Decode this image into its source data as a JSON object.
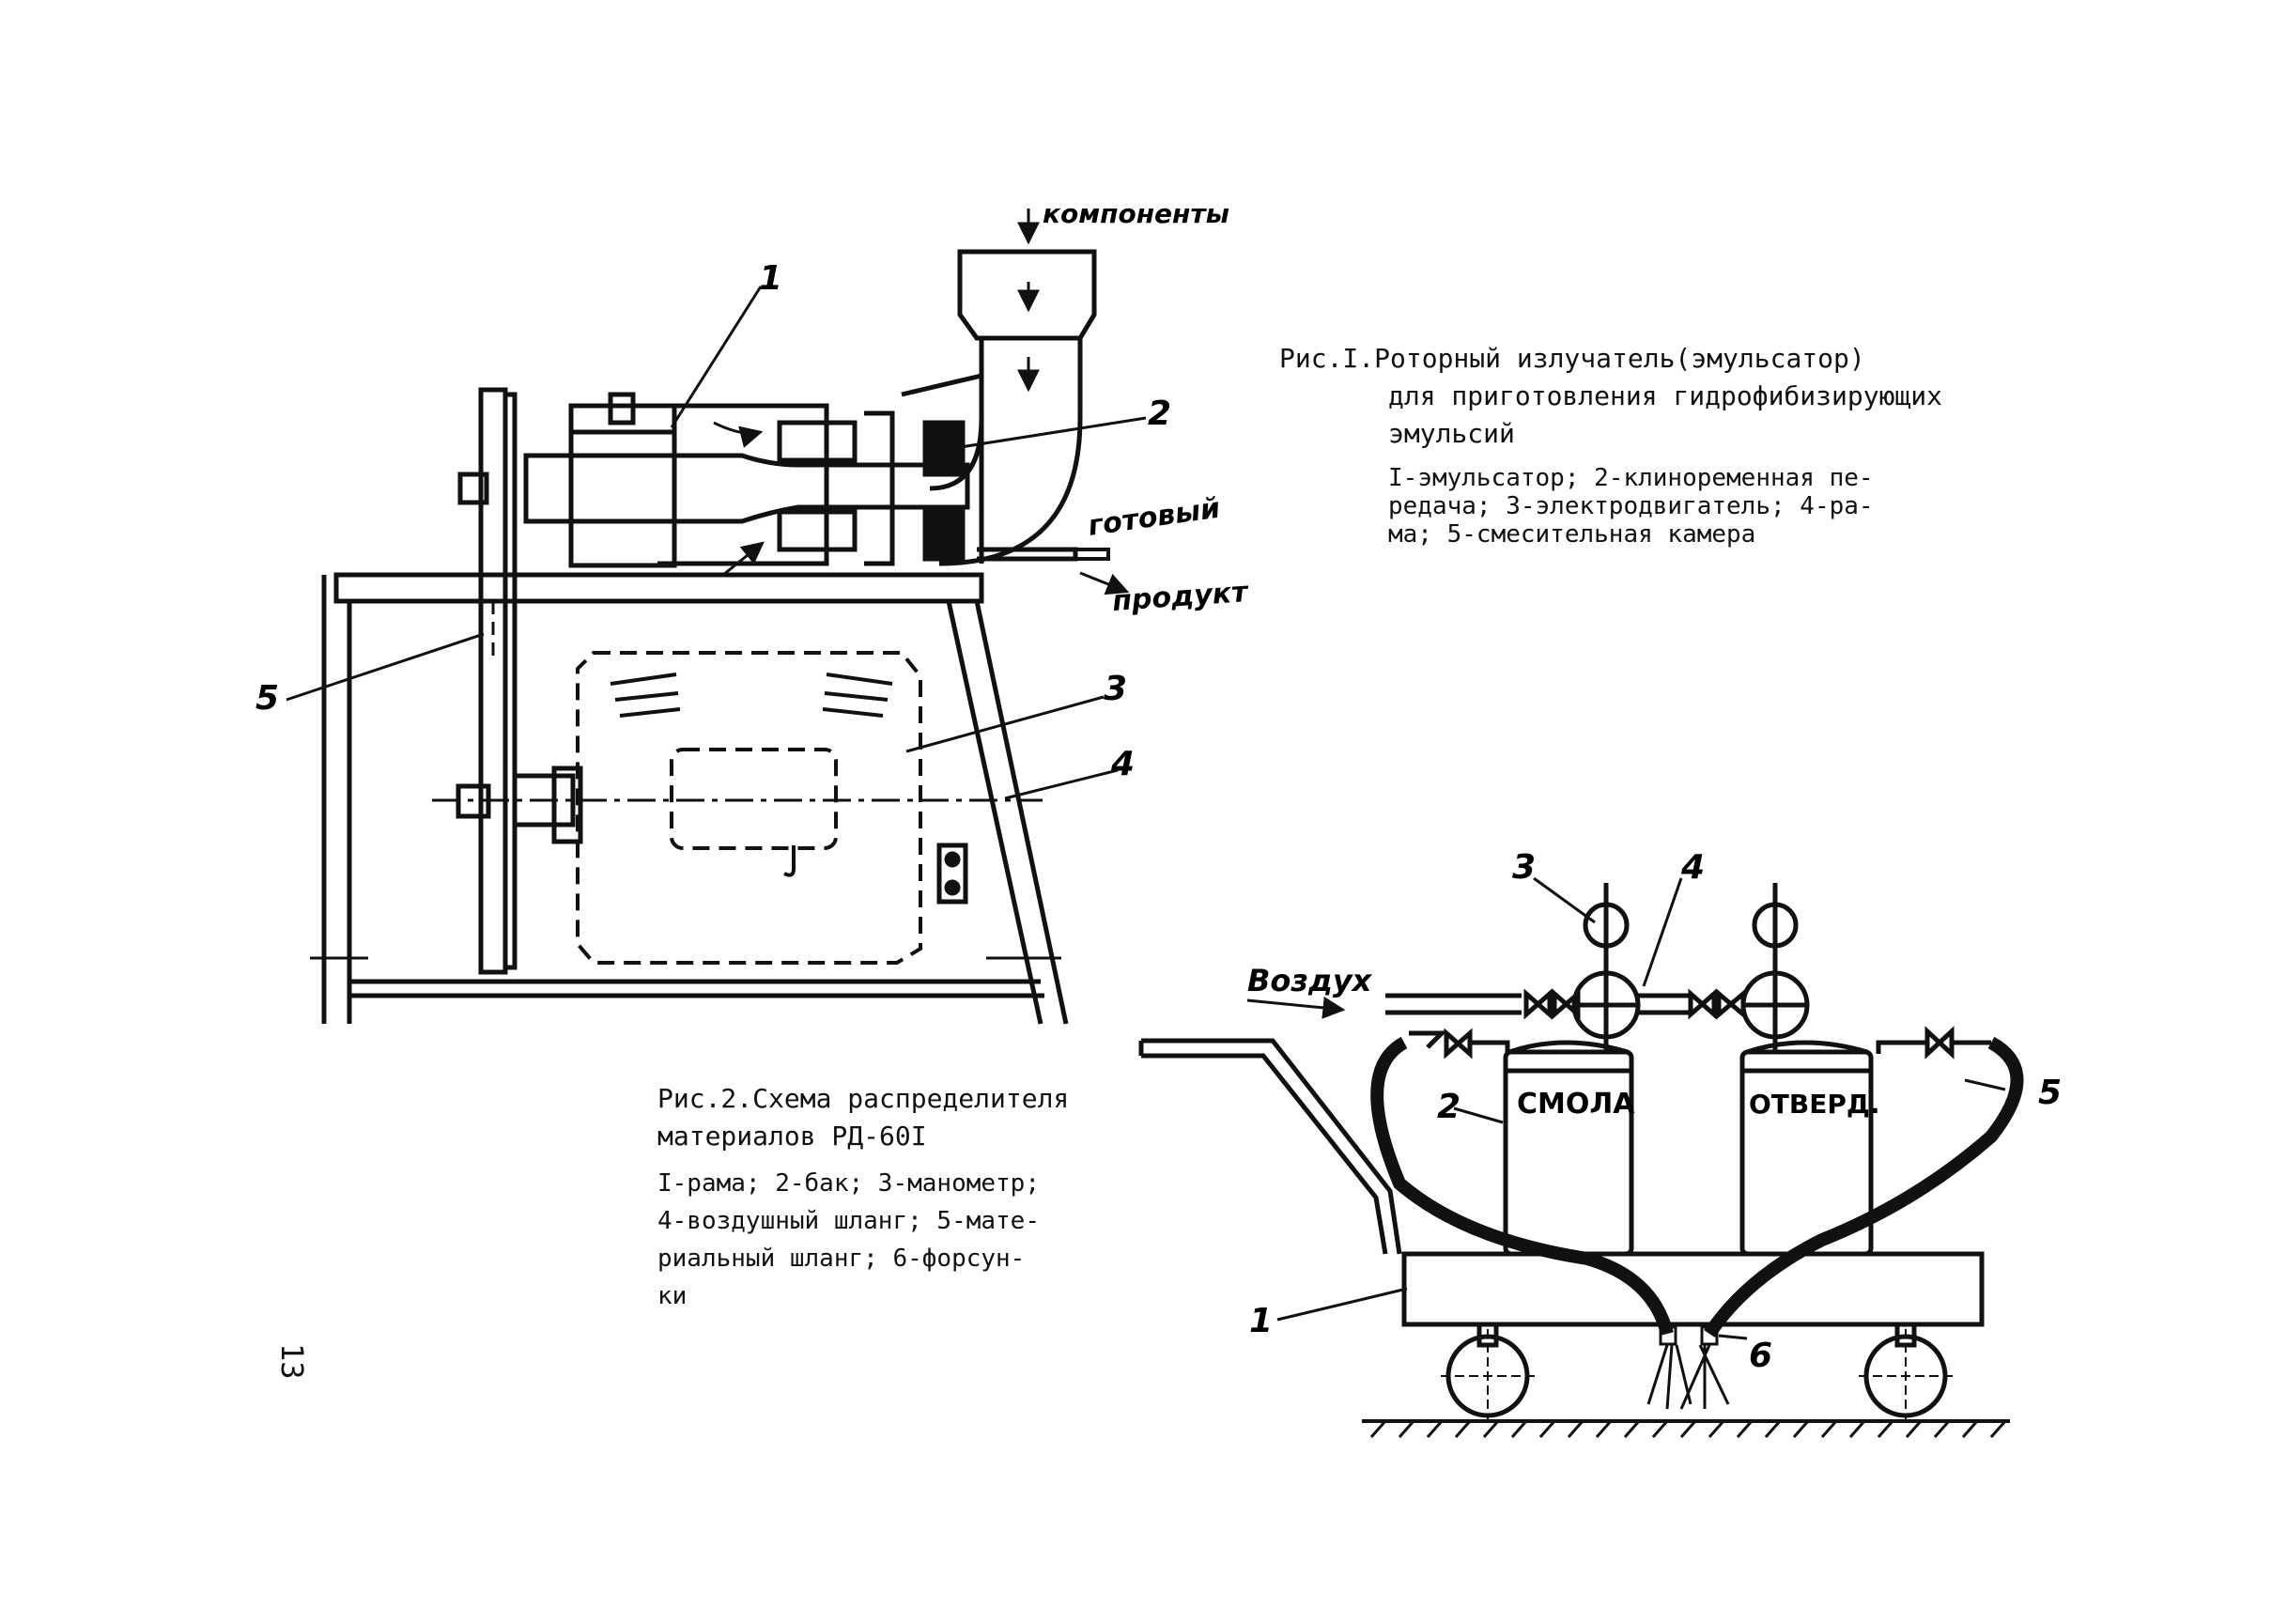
{
  "figure1": {
    "caption_line1": "Рис.I.Роторный излучатель(эмульсатор)",
    "caption_line2": "для приготовления гидрофибизирующих",
    "caption_line3": "эмульсий",
    "legend_line1": "I-эмульсатор; 2-клиноременная пе-",
    "legend_line2": "редача; 3-электродвигатель; 4-ра-",
    "legend_line3": "ма; 5-смесительная камера",
    "label_components": "компоненты",
    "label_ready": "готовый",
    "label_product": "продукт",
    "callouts": [
      "1",
      "2",
      "3",
      "4",
      "5"
    ]
  },
  "figure2": {
    "caption_line1": "Рис.2.Схема распределителя",
    "caption_line2": "материалов РД-60I",
    "legend_line1": "I-рама; 2-бак; 3-манометр;",
    "legend_line2": "4-воздушный шланг; 5-мате-",
    "legend_line3": "риальный шланг; 6-форсун-",
    "legend_line4": "ки",
    "label_air": "Воздух",
    "tank_left": "СМОЛА",
    "tank_right": "ОТВЕРД.",
    "callouts": [
      "1",
      "2",
      "3",
      "4",
      "5",
      "6"
    ]
  },
  "page_number": "13"
}
